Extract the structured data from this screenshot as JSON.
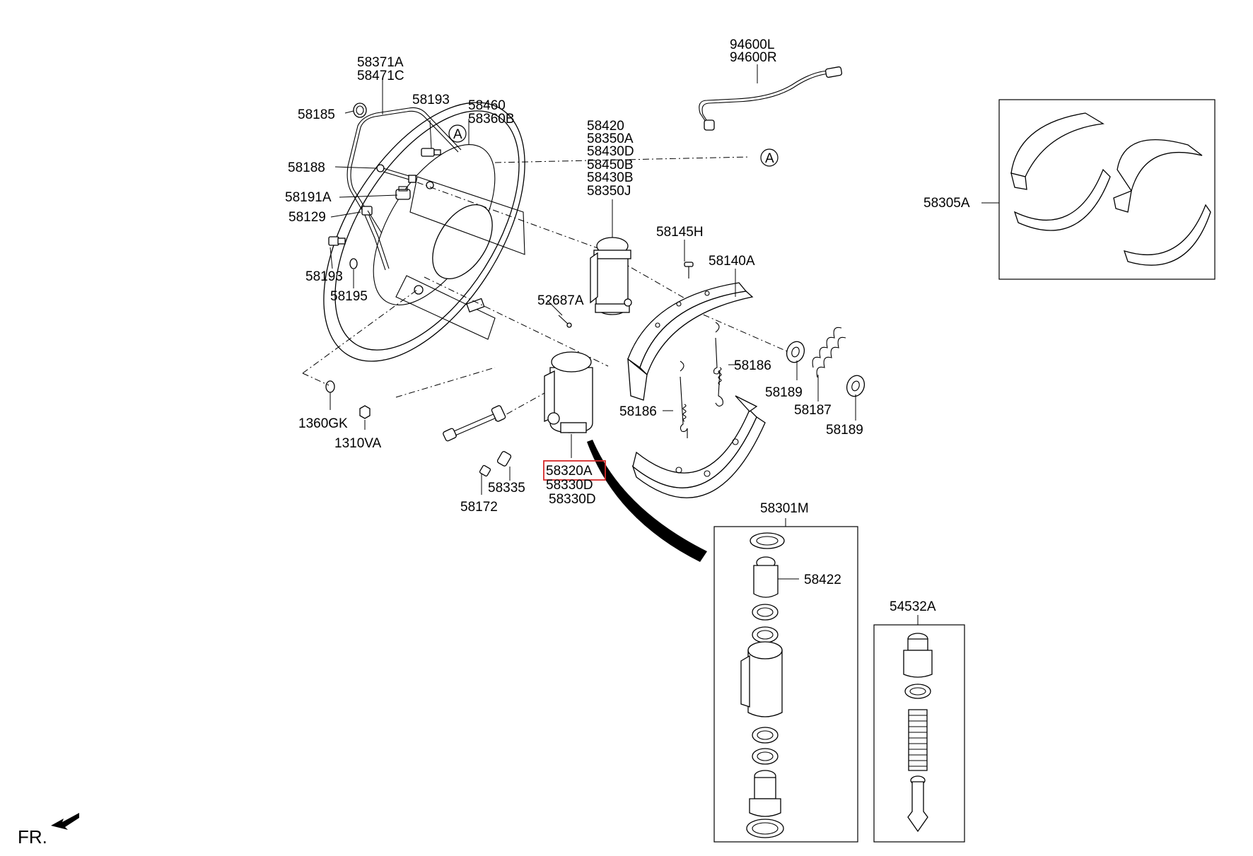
{
  "diagram": {
    "highlight_color": "#d62a2a",
    "direction_label": "FR.",
    "callout_letter": "A",
    "labels": {
      "l58371A": "58371A",
      "l58471C": "58471C",
      "l58185": "58185",
      "l58193a": "58193",
      "l58460": "58460",
      "l58360B": "58360B",
      "l58188": "58188",
      "l58191A": "58191A",
      "l58129": "58129",
      "l58193b": "58193",
      "l58195": "58195",
      "l1360GK": "1360GK",
      "l1310VA": "1310VA",
      "l58420": "58420",
      "l58350A": "58350A",
      "l58430D": "58430D",
      "l58450B": "58450B",
      "l58430B": "58430B",
      "l58350J": "58350J",
      "l52687A": "52687A",
      "l58145H": "58145H",
      "l58140A": "58140A",
      "l94600L": "94600L",
      "l94600R": "94600R",
      "l58305A": "58305A",
      "l58186a": "58186",
      "l58186b": "58186",
      "l58189a": "58189",
      "l58187": "58187",
      "l58189b": "58189",
      "l58320A": "58320A",
      "l58330D_1": "58330D",
      "l58330D_2": "58330D",
      "l58335": "58335",
      "l58172": "58172",
      "l58301M": "58301M",
      "l58422": "58422",
      "l54532A": "54532A"
    }
  }
}
